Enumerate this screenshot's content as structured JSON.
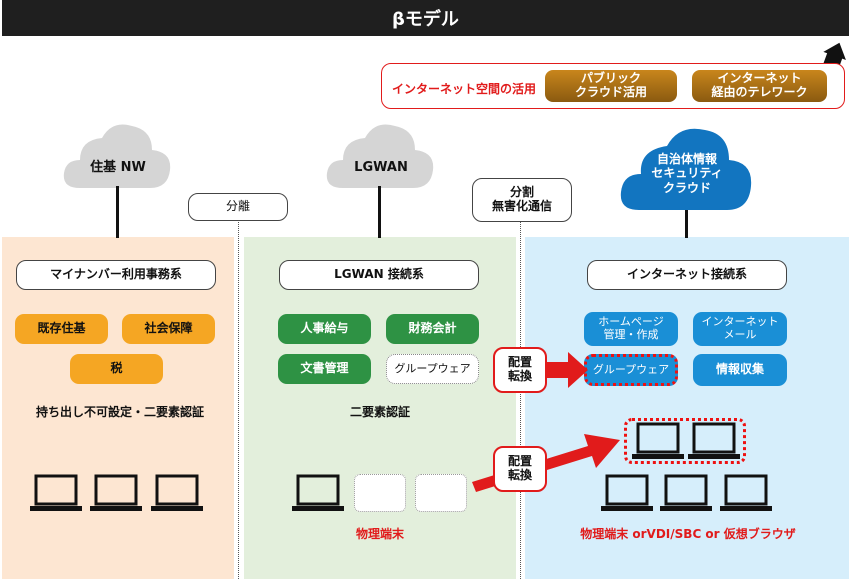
{
  "title": "βモデル",
  "internet_usage": {
    "label": "インターネット空間の活用",
    "btn_public": "パブリック\nクラウド活用",
    "btn_telework": "インターネット\n経由のテレワーク"
  },
  "clouds": {
    "juki": "住基 NW",
    "lgwan": "LGWAN",
    "jichitai": "自治体情報\nセキュリティ\nクラウド"
  },
  "separators": {
    "bunri": "分離",
    "bunkatsu": "分割\n無害化通信"
  },
  "zones": {
    "mynumber": {
      "header": "マイナンバー利用事務系",
      "items": [
        "既存住基",
        "社会保障",
        "税"
      ],
      "caption": "持ち出し不可設定・二要素認証"
    },
    "lgwan": {
      "header": "LGWAN 接続系",
      "items": [
        "人事給与",
        "財務会計",
        "文書管理",
        "グループウェア"
      ],
      "caption": "二要素認証",
      "terminal_label": "物理端末"
    },
    "internet": {
      "header": "インターネット接続系",
      "items": [
        "ホームページ\n管理・作成",
        "インターネット\nメール",
        "グループウェア",
        "情報収集"
      ],
      "terminal_label": "物理端末 orVDI/SBC or 仮想ブラウザ"
    }
  },
  "relocate_label": "配置\n転換",
  "colors": {
    "bg_mynumber": "#fde6d2",
    "bg_lgwan": "#e3efdc",
    "bg_internet": "#d6eefb",
    "accent_red": "#e11b1b",
    "cloud_gray": "#d5d5d5",
    "cloud_blue": "#1275c0"
  }
}
